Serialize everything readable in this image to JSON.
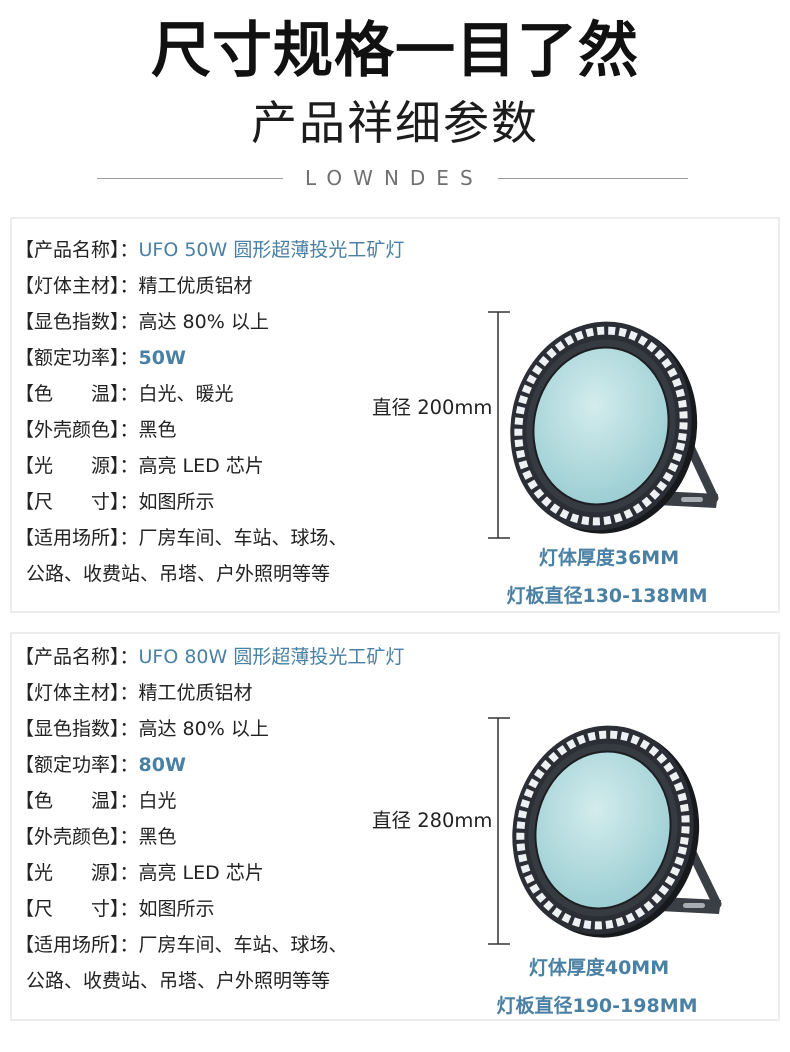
{
  "header": {
    "title": "尺寸规格一目了然",
    "subtitle": "产品祥细参数",
    "brand": "LOWNDES"
  },
  "colors": {
    "accent": "#4a80a4",
    "text": "#222222",
    "brand": "#707070",
    "glass_light": "#d3eced",
    "glass_dark": "#96cbd0",
    "housing": "#2b2e34",
    "bracket": "#3a3e45"
  },
  "products": [
    {
      "specs": [
        {
          "label": "【产品名称】：",
          "value": "UFO 50W 圆形超薄投光工矿灯"
        },
        {
          "label": "【灯体主材】：",
          "value": "精工优质铝材"
        },
        {
          "label": "【显色指数】：",
          "value": "高达 80% 以上"
        },
        {
          "label": "【额定功率】：",
          "value": "50W"
        },
        {
          "label": "【色　　温】：",
          "value": "白光、暖光"
        },
        {
          "label": "【外壳颜色】：",
          "value": "黑色"
        },
        {
          "label": "【光　　源】：",
          "value": "高亮 LED 芯片"
        },
        {
          "label": "【尺　　寸】：",
          "value": "如图所示"
        },
        {
          "label": "【适用场所】：",
          "value": "厂房车间、车站、球场、"
        }
      ],
      "specs_continuation": "公路、收费站、吊塔、户外照明等等",
      "diameter": "直径 200mm",
      "body_thickness": "灯体厚度36MM",
      "panel_diameter": "灯板直径130-138MM"
    },
    {
      "specs": [
        {
          "label": "【产品名称】：",
          "value": "UFO 80W 圆形超薄投光工矿灯"
        },
        {
          "label": "【灯体主材】：",
          "value": "精工优质铝材"
        },
        {
          "label": "【显色指数】：",
          "value": "高达 80% 以上"
        },
        {
          "label": "【额定功率】：",
          "value": "80W"
        },
        {
          "label": "【色　　温】：",
          "value": "白光"
        },
        {
          "label": "【外壳颜色】：",
          "value": "黑色"
        },
        {
          "label": "【光　　源】：",
          "value": "高亮 LED 芯片"
        },
        {
          "label": "【尺　　寸】：",
          "value": "如图所示"
        },
        {
          "label": "【适用场所】：",
          "value": "厂房车间、车站、球场、"
        }
      ],
      "specs_continuation": "公路、收费站、吊塔、户外照明等等",
      "diameter": "直径 280mm",
      "body_thickness": "灯体厚度40MM",
      "panel_diameter": "灯板直径190-198MM"
    }
  ]
}
